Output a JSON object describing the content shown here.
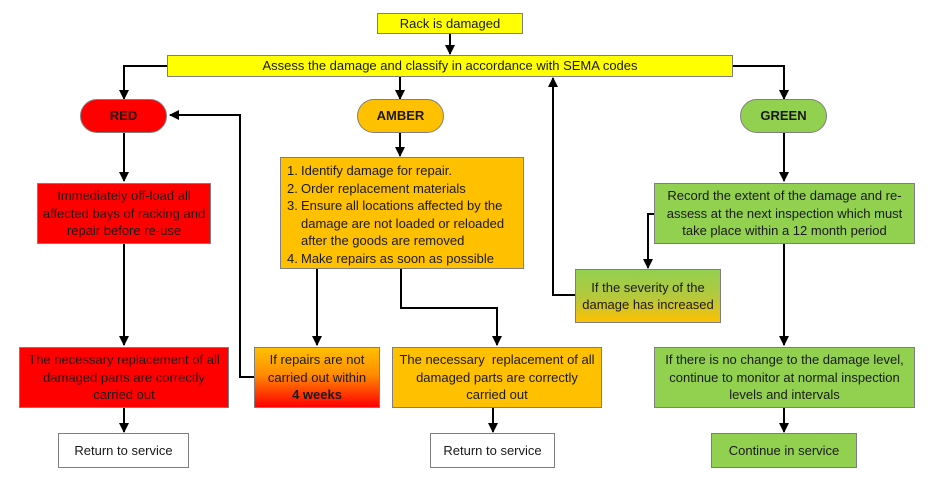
{
  "diagram": {
    "start": "Rack is damaged",
    "assess": "Assess the damage and classify in accordance with SEMA codes",
    "categories": {
      "red": {
        "label": "RED",
        "action": [
          "Immediately off-load all",
          "affected bays of racking and",
          "repair before re-use"
        ],
        "outcome": [
          "The necessary replacement of all",
          "damaged parts are correctly",
          "carried out"
        ],
        "final": "Return to service"
      },
      "amber": {
        "label": "AMBER",
        "steps": [
          {
            "num": "1.",
            "text": "Identify damage for repair."
          },
          {
            "num": "2.",
            "text": "Order replacement materials"
          },
          {
            "num": "3.",
            "text": "Ensure all locations affected by the"
          },
          {
            "num": "",
            "text": "damage are not loaded or reloaded"
          },
          {
            "num": "",
            "text": "after the goods are removed"
          },
          {
            "num": "4.",
            "text": "Make repairs as soon as possible"
          }
        ],
        "escalation": [
          "If repairs are not",
          "carried out within"
        ],
        "escalation_bold": "4 weeks",
        "outcome": [
          "The necessary  replacement of all",
          "damaged parts are correctly",
          "carried out"
        ],
        "final": "Return to service"
      },
      "green": {
        "label": "GREEN",
        "action": [
          "Record the extent of the damage and re-",
          "assess at the next inspection which must",
          "take place within a 12 month period"
        ],
        "escalation": [
          "If the severity of the",
          "damage has increased"
        ],
        "outcome": [
          "If there is no change to the damage level,",
          "continue to monitor at normal inspection",
          "levels and intervals"
        ],
        "final": "Continue in service"
      }
    },
    "colors": {
      "yellow": "#ffff00",
      "red": "#ff0000",
      "amber": "#ffc000",
      "green": "#92d050",
      "connector": "#000000",
      "border": "#7f7f7f"
    }
  }
}
